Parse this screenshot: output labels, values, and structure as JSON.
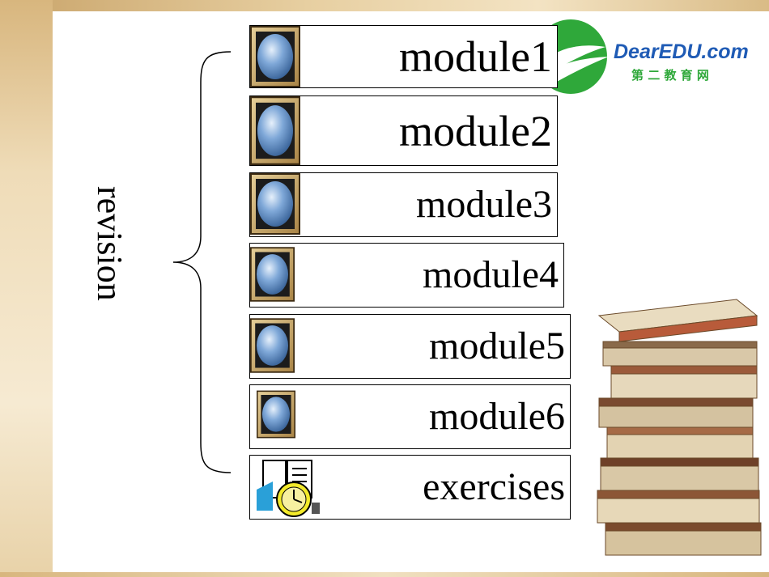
{
  "side_label": "revision",
  "modules": [
    {
      "label": "module1"
    },
    {
      "label": "module2"
    },
    {
      "label": "module3"
    },
    {
      "label": "module4"
    },
    {
      "label": "module5"
    },
    {
      "label": "module6"
    }
  ],
  "exercises": {
    "label": "exercises"
  },
  "logo": {
    "brand": "DearEDU.com",
    "subtitle": "第 二 教 育 网"
  },
  "colors": {
    "frame": "#d8b67e",
    "logo_green": "#2fa83a",
    "logo_text": "#1f5bb5",
    "gem": "#6d9ed6"
  },
  "icons": {
    "module": "blue-orb-icon",
    "exercises": "notebook-clock-icon",
    "decor": "stacked-books"
  }
}
